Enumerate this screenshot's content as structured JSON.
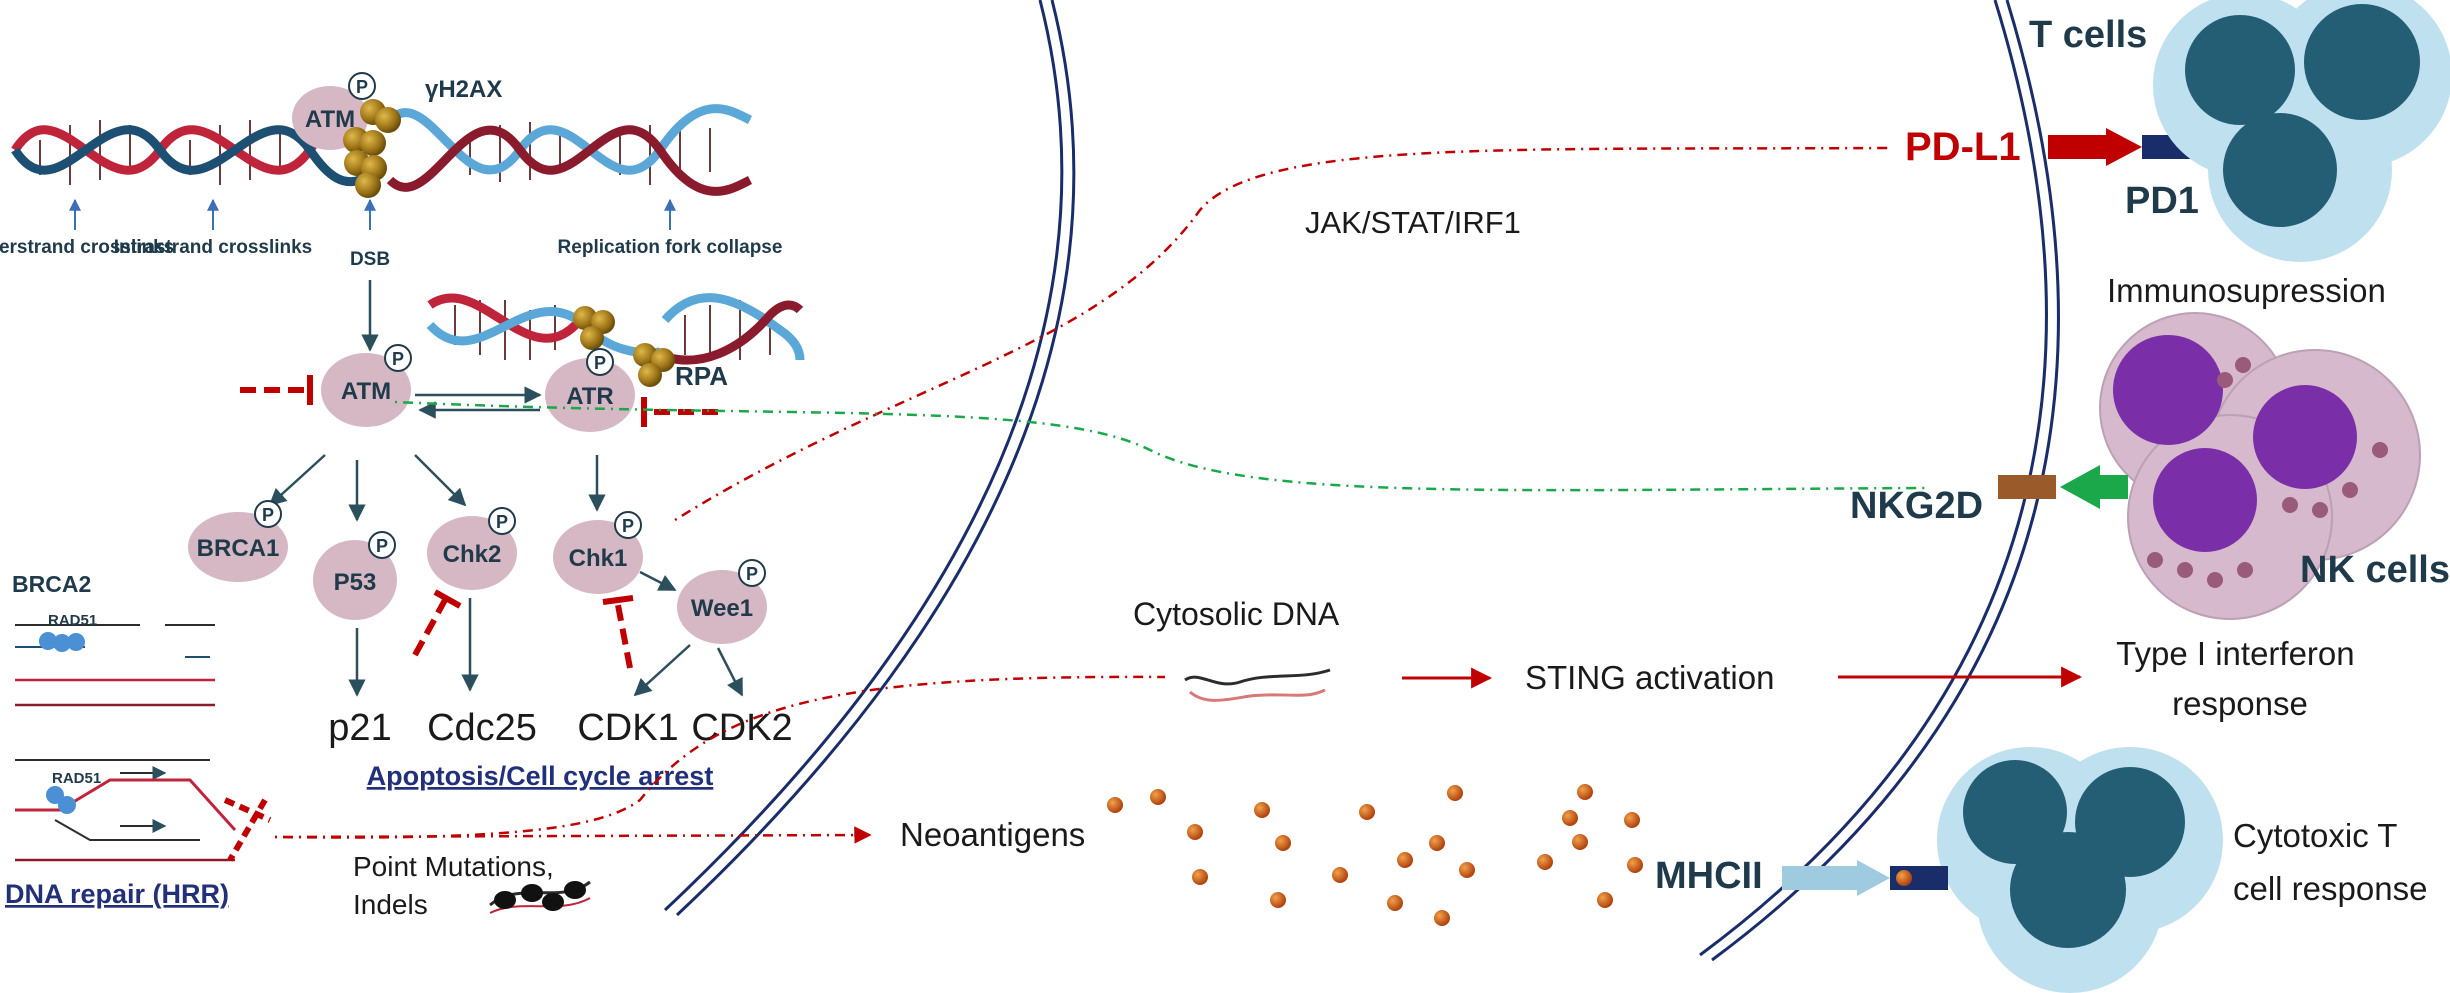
{
  "colors": {
    "dark_label": "#1f3a4a",
    "red": "#c00000",
    "green_dotted": "#1aa84a",
    "node_fill": "#d6b8c4",
    "t_cell_outer": "#bfe0ee",
    "t_cell_nucleus": "#235e75",
    "nk_outer": "#d7b9cd",
    "nk_nucleus": "#7a2fa8",
    "membrane": "#1a2d6b",
    "gold": "#a27a18",
    "dna_red": "#c0243a",
    "dna_blue": "#5aa7d8",
    "dna_dark": "#1d4f72"
  },
  "dna_top": {
    "labels": {
      "interstrand": "Interstrand crosslinks",
      "intrastrand": "Intrastrand crosslinks",
      "dsb": "DSB",
      "fork": "Replication fork collapse",
      "gamma": "γH2AX",
      "atm": "ATM"
    }
  },
  "nodes": {
    "atm": "ATM",
    "atr": "ATR",
    "rpa": "RPA",
    "brca1": "BRCA1",
    "p53": "P53",
    "chk2": "Chk2",
    "chk1": "Chk1",
    "wee1": "Wee1",
    "phospho": "P"
  },
  "targets": {
    "p21": "p21",
    "cdc25": "Cdc25",
    "cdk1": "CDK1",
    "cdk2": "CDK2",
    "apoptosis": "Apoptosis/Cell cycle arrest"
  },
  "repair": {
    "brca2": "BRCA2",
    "rad51_a": "RAD51",
    "rad51_b": "RAD51",
    "title": "DNA repair (HRR)"
  },
  "middle": {
    "jak": "JAK/STAT/IRF1",
    "cytosolic": "Cytosolic DNA",
    "sting": "STING activation",
    "neoantigens": "Neoantigens",
    "point_mutations_1": "Point Mutations,",
    "point_mutations_2": "Indels"
  },
  "right": {
    "pdl1": "PD-L1",
    "pd1": "PD1",
    "t_cells": "T cells",
    "immunosuppression": "Immunosupression",
    "nkg2d": "NKG2D",
    "nk_cells": "NK cells",
    "type_i_1": "Type I interferon",
    "type_i_2": "response",
    "mhcii": "MHCII",
    "cytotoxic_1": "Cytotoxic T",
    "cytotoxic_2": "cell response"
  }
}
